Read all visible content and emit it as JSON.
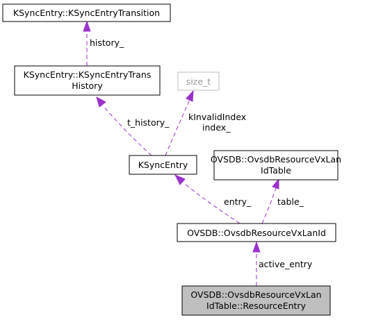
{
  "nodes": {
    "transition": {
      "line1": "KSyncEntry::KSyncEntryTransition"
    },
    "history": {
      "line1": "KSyncEntry::KSyncEntryTrans",
      "line2": "History"
    },
    "size_t": {
      "line1": "size_t"
    },
    "ksyncentry": {
      "line1": "KSyncEntry"
    },
    "vxlanidtable": {
      "line1": "OVSDB::OvsdbResourceVxLan",
      "line2": "IdTable"
    },
    "vxlanid": {
      "line1": "OVSDB::OvsdbResourceVxLanId"
    },
    "resourceentry": {
      "line1": "OVSDB::OvsdbResourceVxLan",
      "line2": "IdTable::ResourceEntry"
    }
  },
  "edges": {
    "history_": {
      "label": "history_"
    },
    "t_history_": {
      "label": "t_history_"
    },
    "index": {
      "label1": "kInvalidIndex",
      "label2": "index_"
    },
    "entry_": {
      "label": "entry_"
    },
    "table_": {
      "label": "table_"
    },
    "active_entry": {
      "label": "active_entry"
    }
  },
  "colors": {
    "edge": "#9a32cd",
    "focus_fill": "#bfbfbf",
    "muted_border": "#bfbfbf"
  }
}
